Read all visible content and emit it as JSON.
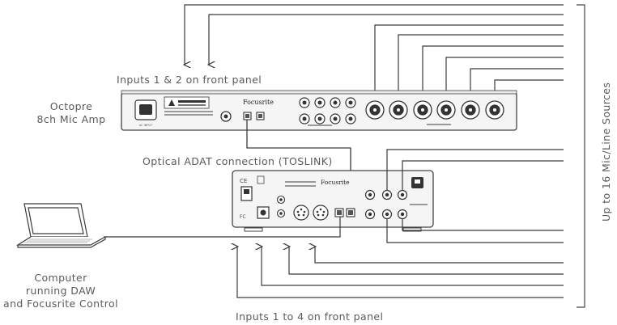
{
  "labels": {
    "inputs_front_top": "Inputs 1 & 2 on front panel",
    "octopre_line1": "Octopre",
    "octopre_line2": "8ch Mic Amp",
    "optical": "Optical ADAT connection (TOSLINK)",
    "computer_line1": "Computer",
    "computer_line2": "running DAW",
    "computer_line3": "and Focusrite Control",
    "inputs_front_bottom": "Inputs 1 to 4 on front panel",
    "up_to_16": "Up to 16 Mic/Line Sources"
  },
  "devices": {
    "octopre_brand": "Focusrite",
    "interface_brand": "Focusrite"
  },
  "colors": {
    "line": "#3a3a3a",
    "panel_stroke": "#444444",
    "panel_fill": "#f3f3f3"
  },
  "icons": [
    "laptop-icon",
    "warning-icon"
  ]
}
